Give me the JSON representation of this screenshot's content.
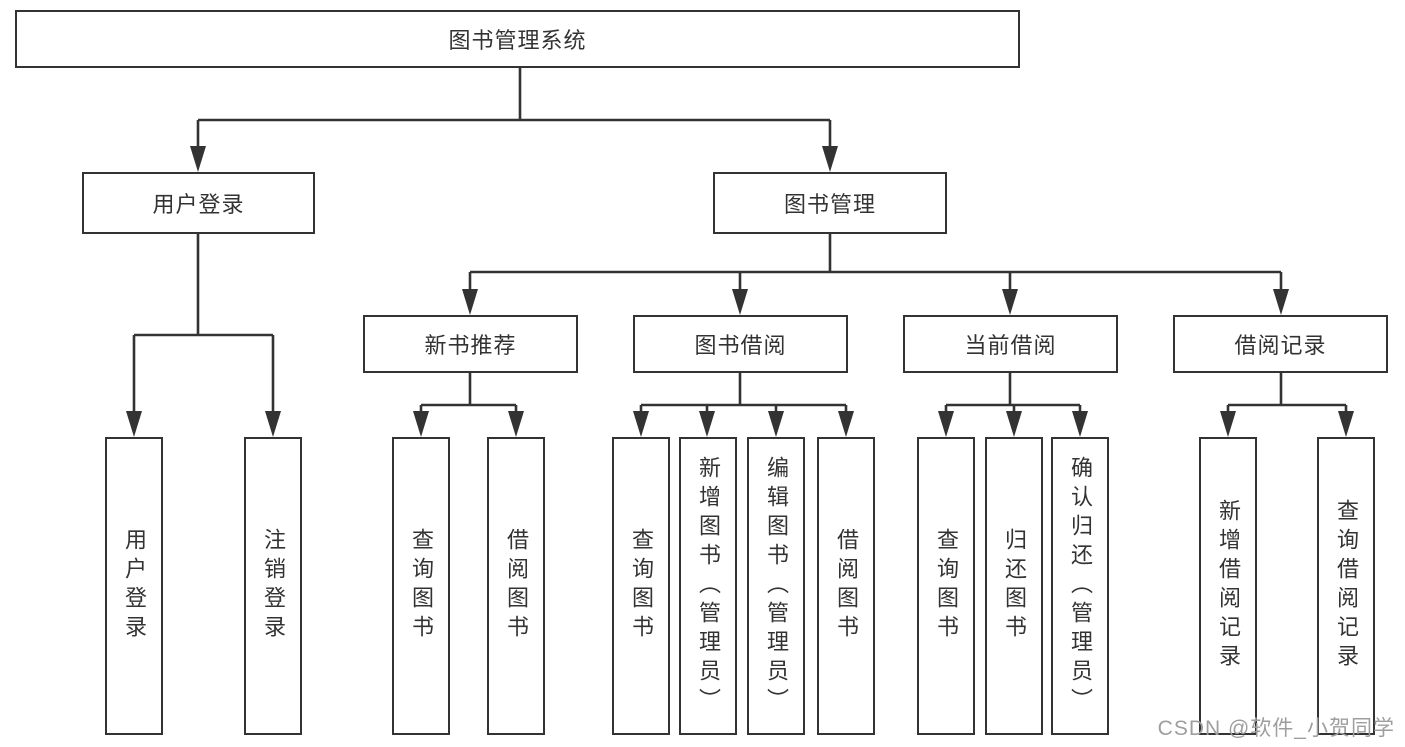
{
  "tree": {
    "root": {
      "label": "图书管理系统"
    },
    "children": [
      {
        "label": "用户登录",
        "children": [
          {
            "label": "用户登录"
          },
          {
            "label": "注销登录"
          }
        ]
      },
      {
        "label": "图书管理",
        "children": [
          {
            "label": "新书推荐",
            "children": [
              {
                "label": "查询图书"
              },
              {
                "label": "借阅图书"
              }
            ]
          },
          {
            "label": "图书借阅",
            "children": [
              {
                "label": "查询图书"
              },
              {
                "label": "新增图书（管理员）"
              },
              {
                "label": "编辑图书（管理员）"
              },
              {
                "label": "借阅图书"
              }
            ]
          },
          {
            "label": "当前借阅",
            "children": [
              {
                "label": "查询图书"
              },
              {
                "label": "归还图书"
              },
              {
                "label": "确认归还（管理员）"
              }
            ]
          },
          {
            "label": "借阅记录",
            "children": [
              {
                "label": "新增借阅记录"
              },
              {
                "label": "查询借阅记录"
              }
            ]
          }
        ]
      }
    ]
  },
  "watermark": {
    "text": "CSDN @软件_小贺同学"
  },
  "colors": {
    "line": "#333333",
    "box_border": "#333333",
    "text": "#333333",
    "watermark": "#9e9e9e",
    "background": "#ffffff"
  }
}
